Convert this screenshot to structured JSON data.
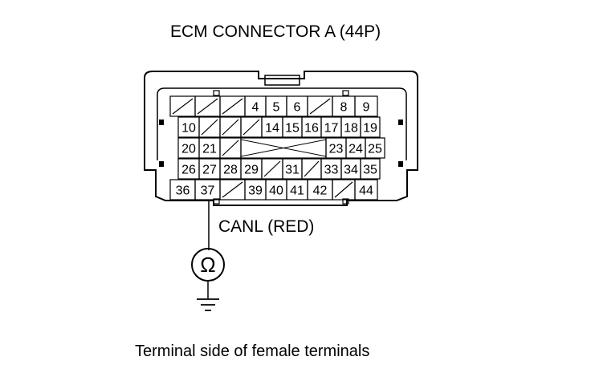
{
  "diagram": {
    "title": "ECM CONNECTOR A (44P)",
    "wire_label": "CANL (RED)",
    "caption": "Terminal side of female terminals",
    "meter_symbol": "Ω",
    "probe_terminal": "37",
    "rows": [
      [
        "",
        "",
        "",
        "4",
        "5",
        "6",
        "",
        "8",
        "9"
      ],
      [
        "10",
        "",
        "",
        "",
        "14",
        "15",
        "16",
        "17",
        "18",
        "19"
      ],
      [
        "20",
        "21",
        "",
        "",
        "",
        "",
        "",
        "23",
        "24",
        "25"
      ],
      [
        "26",
        "27",
        "28",
        "29",
        "",
        "31",
        "",
        "33",
        "34",
        "35"
      ],
      [
        "36",
        "37",
        "",
        "39",
        "40",
        "41",
        "42",
        "",
        "44"
      ]
    ]
  }
}
